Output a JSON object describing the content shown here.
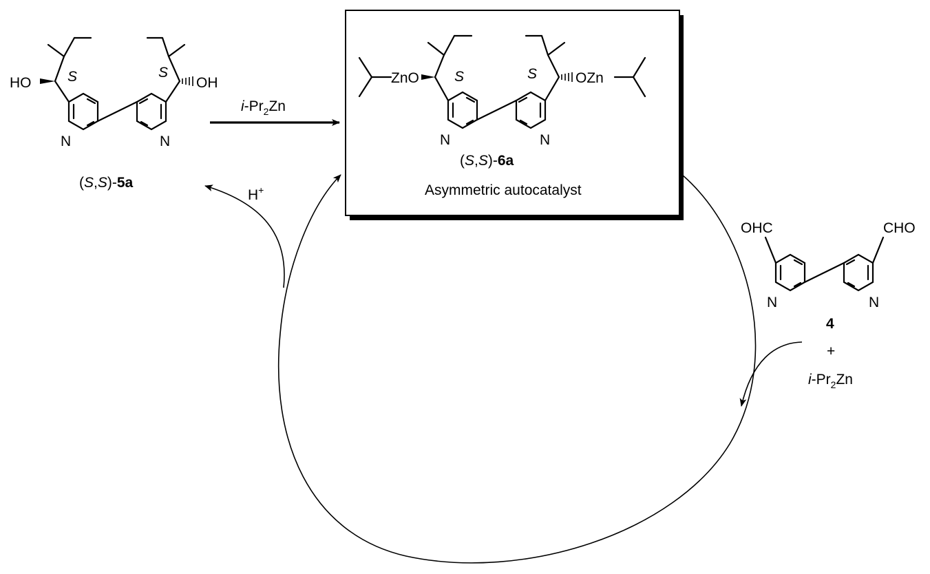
{
  "reagent_top": {
    "prefix": "i",
    "mid": "-Pr",
    "sub": "2",
    "suffix": "Zn"
  },
  "acid": {
    "main": "H",
    "sup": "+"
  },
  "compound_5a": {
    "ho": "HO",
    "oh": "OH",
    "n_left": "N",
    "n_right": "N",
    "s_left": "S",
    "s_right": "S",
    "label": {
      "open": "(",
      "s1": "S",
      "comma": ",",
      "s2": "S",
      "close": ")-",
      "num": "5a"
    }
  },
  "compound_6a": {
    "zno": "ZnO",
    "ozn": "OZn",
    "n_left": "N",
    "n_right": "N",
    "s_left": "S",
    "s_right": "S",
    "label": {
      "open": "(",
      "s1": "S",
      "comma": ",",
      "s2": "S",
      "close": ")-",
      "num": "6a"
    },
    "caption": "Asymmetric autocatalyst"
  },
  "compound_4": {
    "cho_left": "OHC",
    "cho_right": "CHO",
    "n_left": "N",
    "n_right": "N",
    "number": "4"
  },
  "reagent_right": {
    "plus": "+",
    "prefix": "i",
    "mid": "-Pr",
    "sub": "2",
    "suffix": "Zn"
  }
}
